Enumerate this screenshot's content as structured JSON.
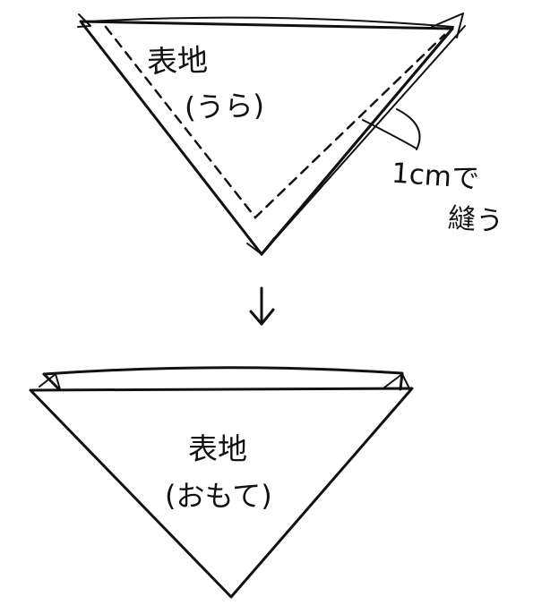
{
  "diagram": {
    "top_step": {
      "fabric_label": "表地",
      "side_label": "(うら)",
      "seam_label": "1cmで",
      "sew_label": "縫う"
    },
    "transition": {
      "arrow_icon": "down-arrow-icon"
    },
    "bottom_step": {
      "fabric_label": "表地",
      "side_label": "(おもて)"
    }
  }
}
